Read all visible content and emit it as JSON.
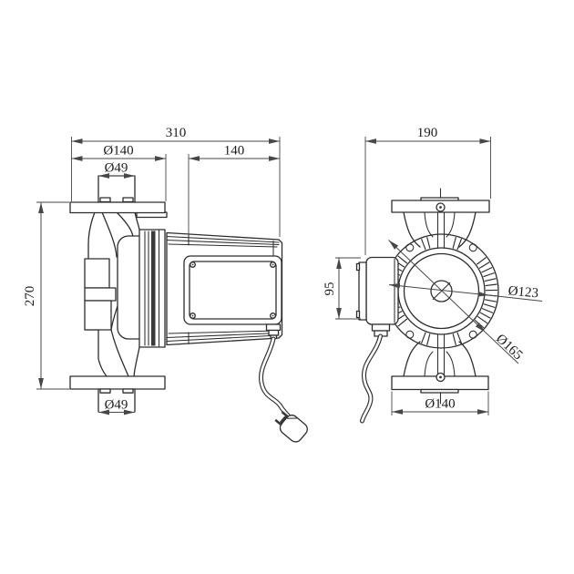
{
  "meta": {
    "description": "Technical dimension drawing of an inline circulation pump: side view (left) and motor front view (right)"
  },
  "dimensions": {
    "side": {
      "overall_length": "310",
      "flange_diameter": "Ø140",
      "motor_length": "140",
      "port_diameter_top": "Ø49",
      "overall_height": "270",
      "port_diameter_bottom": "Ø49"
    },
    "front": {
      "overall_depth": "190",
      "terminal_box_height": "95",
      "bolt_circle_diameter": "Ø123",
      "motor_flange_diameter": "Ø165",
      "flange_diameter": "Ø140"
    }
  },
  "colors": {
    "line": "#2d2d2d",
    "dim_line": "#474747",
    "background": "#ffffff",
    "gasket": "#3a3a3a"
  }
}
